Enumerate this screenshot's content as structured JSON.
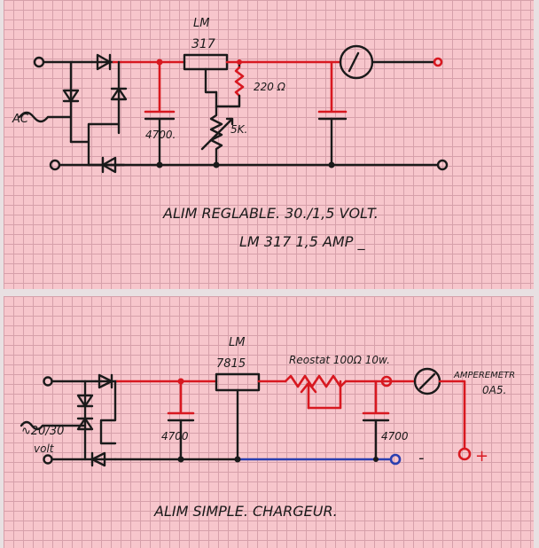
{
  "top": {
    "title": "ALIM REGLABLE. 30./1,5 VOLT.",
    "subtitle": "LM 317 1,5 AMP _",
    "ic_line1": "LM",
    "ic_line2": "317",
    "resistor_fixed": "220 Ω",
    "pot": "5K.",
    "cap_in": "4700.",
    "ac_label": "AC"
  },
  "bottom": {
    "title": "ALIM SIMPLE. CHARGEUR.",
    "ic_line1": "LM",
    "ic_line2": "7815",
    "rheostat": "Reostat 100Ω 10w.",
    "ammeter_line1": "AMPEREMETR",
    "ammeter_line2": "0A5.",
    "cap_in": "4700",
    "cap_out": "4700",
    "ac_line1": "∿20/30",
    "ac_line2": "volt",
    "minus": "-",
    "plus": "+"
  },
  "colors": {
    "paper": "#f7c6cc",
    "ink": "#1a1a1a",
    "red": "#d81820",
    "blue": "#2a3fb0"
  }
}
